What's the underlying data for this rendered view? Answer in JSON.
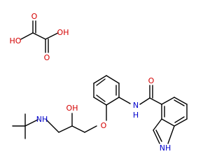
{
  "molecule": {
    "oxalic_acid": {
      "label_ho": "HO",
      "label_oh": "OH",
      "label_o_top": "O",
      "label_o_bottom": "O"
    },
    "main": {
      "label_nh_amine": "NH",
      "label_oh_alcohol": "OH",
      "label_o_ether": "O",
      "label_n_amide": "N",
      "label_h_amide": "H",
      "label_o_carbonyl": "O",
      "label_nh_indole": "NH"
    }
  },
  "colors": {
    "bond": "#000000",
    "oxygen": "#d40000",
    "nitrogen": "#0000cc"
  }
}
